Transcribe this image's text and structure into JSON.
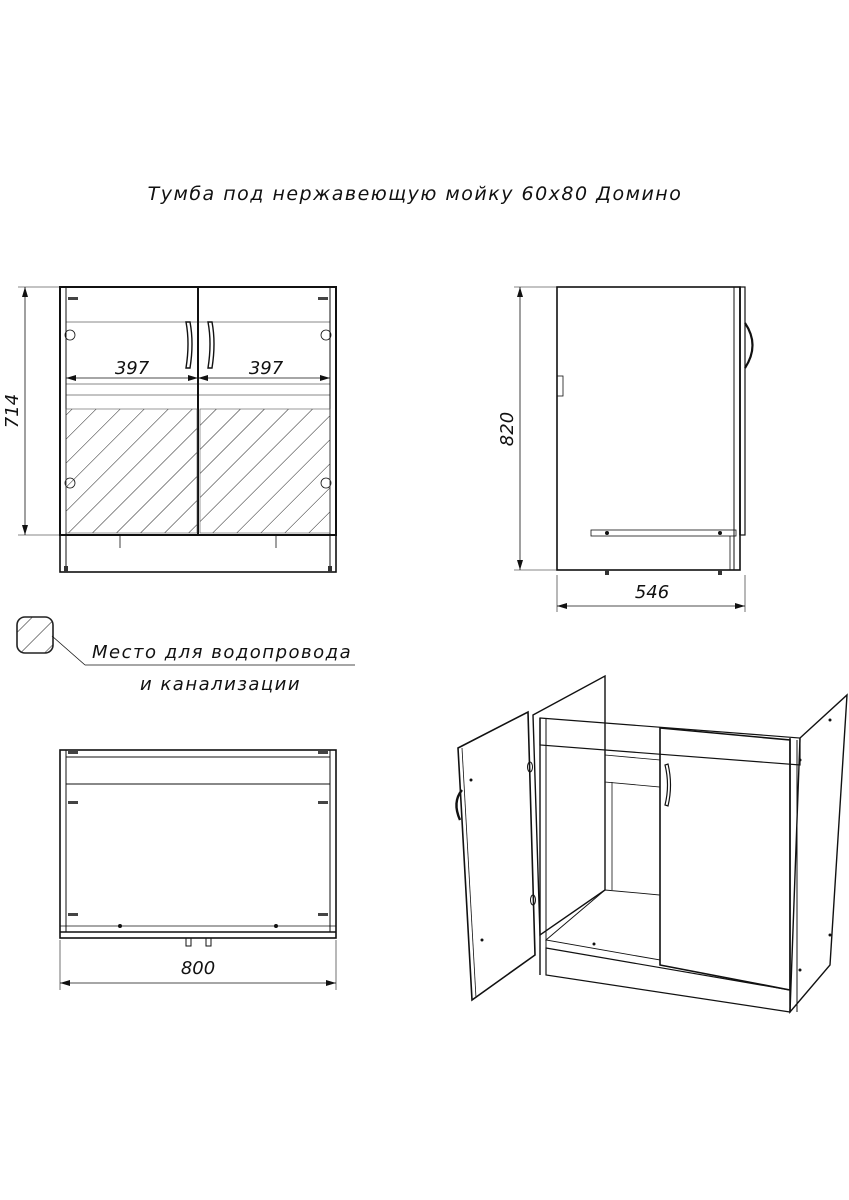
{
  "title": "Тумба под нержавеющую мойку 60х80 Домино",
  "dimensions": {
    "door_width_left": "397",
    "door_width_right": "397",
    "inner_height": "714",
    "total_height": "820",
    "depth": "546",
    "width": "800"
  },
  "legend": {
    "line1": "Место для водопровода",
    "line2": "и канализации"
  }
}
